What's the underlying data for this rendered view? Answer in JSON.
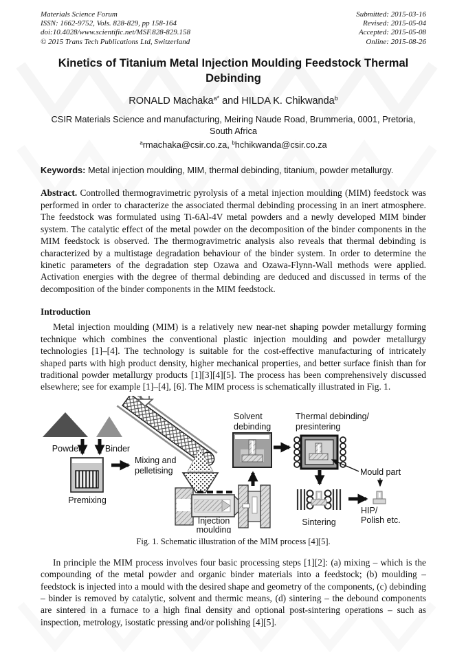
{
  "header": {
    "left": [
      "Materials Science Forum",
      "ISSN: 1662-9752, Vols. 828-829, pp 158-164",
      "doi:10.4028/www.scientific.net/MSF.828-829.158",
      "© 2015 Trans Tech Publications Ltd, Switzerland"
    ],
    "right": [
      "Submitted: 2015-03-16",
      "Revised: 2015-05-04",
      "Accepted: 2015-05-08",
      "Online: 2015-08-26"
    ]
  },
  "title": "Kinetics of Titanium Metal Injection Moulding Feedstock Thermal Debinding",
  "authors": {
    "name1": "RONALD Machaka",
    "sup1": "a*",
    "joiner": " and ",
    "name2": "HILDA K. Chikwanda",
    "sup2": "b"
  },
  "affiliation": "CSIR Materials Science and manufacturing, Meiring Naude Road, Brummeria, 0001, Pretoria, South Africa",
  "emails": {
    "sup1": "a",
    "addr1": "rmachaka@csir.co.za,",
    "sup2": "b",
    "addr2": "hchikwanda@csir.co.za"
  },
  "keywords": {
    "label": "Keywords:",
    "text": " Metal injection moulding, MIM, thermal debinding, titanium, powder metallurgy."
  },
  "abstract": {
    "label": "Abstract.",
    "text": " Controlled thermogravimetric pyrolysis of a metal injection moulding (MIM) feedstock was performed in order to characterize the associated thermal debinding processing in an inert atmosphere. The feedstock was formulated using Ti-6Al-4V metal powders and a newly developed MIM binder system. The catalytic effect of the metal powder on the decomposition of the binder components in the MIM feedstock is observed. The thermogravimetric analysis also reveals that thermal debinding is characterized by a multistage degradation behaviour of the binder system. In order to determine the kinetic parameters of the degradation step Ozawa and Ozawa-Flynn-Wall methods were applied. Activation energies with the degree of thermal debinding are deduced and discussed in terms of the decomposition of the binder components in the MIM feedstock."
  },
  "intro": {
    "heading": "Introduction",
    "para1": "Metal injection moulding (MIM) is a relatively new near-net shaping powder metallurgy forming technique which combines the conventional plastic injection moulding and powder metallurgy technologies [1]–[4]. The technology is suitable for the cost-effective manufacturing of intricately shaped parts with high product density, higher mechanical properties, and better surface finish than for traditional powder metallurgy products [1][3][4][5]. The process has been comprehensively discussed elsewhere; see for example [1]–[4], [6]. The MIM process is schematically illustrated in Fig. 1.",
    "para2": "In principle the MIM process involves four basic processing steps [1][2]: (a) mixing – which is the compounding of the metal powder and organic binder materials into a feedstock; (b) moulding – feedstock is injected into a mould with the desired shape and geometry of the components, (c) debinding – binder is removed by catalytic, solvent and thermic means, (d) sintering – the debound components are sintered in a furnace to a high final density and optional post-sintering operations – such as inspection, metrology, isostatic pressing and/or polishing [4][5]."
  },
  "figure": {
    "caption": "Fig. 1. Schematic illustration of the MIM process [4][5].",
    "labels": {
      "powder": "Powder",
      "binder": "Binder",
      "premixing": "Premixing",
      "mixing_line1": "Mixing and",
      "mixing_line2": "pelletising",
      "injection_line1": "Injection",
      "injection_line2": "moulding",
      "solvent_line1": "Solvent",
      "solvent_line2": "debinding",
      "thermal_line1": "Thermal debinding/",
      "thermal_line2": "presintering",
      "mould_part": "Mould part",
      "sintering": "Sintering",
      "hip_line1": "HIP/",
      "hip_line2": "Polish etc."
    }
  },
  "colors": {
    "ink": "#141414",
    "paper": "#ffffff",
    "powder_cone": "#4f4f4f",
    "binder_cone": "#909090",
    "solvent_box": "#a0a0a0"
  }
}
